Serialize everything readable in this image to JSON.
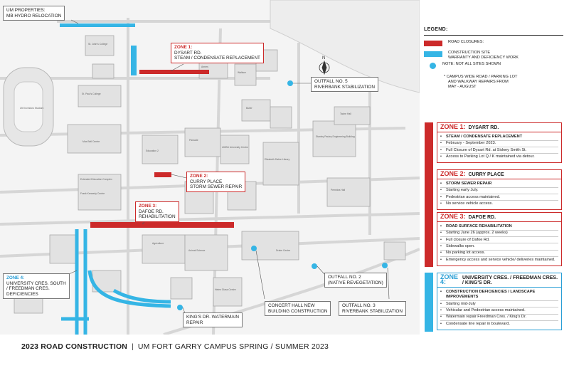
{
  "colors": {
    "closure": "#cc2a2a",
    "construction": "#35b5e5",
    "callout_red": "#cc2a2a",
    "callout_blue": "#2a9fd6"
  },
  "callouts": {
    "um_properties": {
      "l1": "UM PROPERTIES:",
      "l2": "MB HYDRO RELOCATION"
    },
    "zone1": {
      "l1": "ZONE 1:",
      "l2": "DYSART RD.",
      "l3": "STEAM / CONDENSATE REPLACEMENT"
    },
    "outfall5": {
      "l1": "OUTFALL NO. 5",
      "l2": "RIVERBANK STABILIZATION"
    },
    "zone2": {
      "l1": "ZONE 2:",
      "l2": "CURRY PLACE",
      "l3": "STORM SEWER REPAIR"
    },
    "zone3": {
      "l1": "ZONE 3:",
      "l2": "DAFOE RD.",
      "l3": "REHABILITATION"
    },
    "zone4": {
      "l1": "ZONE 4:",
      "l2": "UNIVERSITY CRES. SOUTH",
      "l3": "/ FREEDMAN CRES.",
      "l4": "DEFICIENCIES"
    },
    "outfall2": {
      "l1": "OUTFALL NO. 2",
      "l2": "(NATIVE REVEGETATION)"
    },
    "concert_hall": {
      "l1": "CONCERT HALL NEW",
      "l2": "BUILDING CONSTRUCTION"
    },
    "kings_dr": {
      "l1": "KING'S DR. WATERMAIN",
      "l2": "REPAIR"
    },
    "outfall3": {
      "l1": "OUTFALL NO. 3",
      "l2": "RIVERBANK STABILIZATION"
    }
  },
  "map_labels": {
    "max_bell": "Max Bell Centre",
    "education": "Education 2",
    "extended_ed": "Extended Education Complex",
    "frank_kennedy": "Frank Kennedy Centre",
    "parkade": "Parkade",
    "university_centre": "UMSU University Centre",
    "elizabeth_dafoe": "Elizabeth Dafoe Library",
    "agriculture": "Agriculture",
    "drake": "Drake Centre",
    "pembina": "Pembina Hall",
    "stanley_pauley": "Stanley Pauley Engineering Building",
    "buller": "Buller",
    "wallace": "Wallace",
    "tache": "Tache Hall",
    "stadium": "UM Investors Stadium",
    "armes": "Armes",
    "st_pauls": "St. Paul's College",
    "st_johns": "St. John's College",
    "animal_science": "Animal Science",
    "helen_glass": "Helen Glass Centre"
  },
  "legend": {
    "title": "LEGEND:",
    "closures": "ROAD CLOSURES:",
    "construction_l1": "CONSTRUCTION SITE",
    "construction_l2": "WARRANTY AND DEFICIENCY WORK",
    "dot_note": "NOTE: NOT ALL SITES SHOWN",
    "campus_note_l1": "* CAMPUS WIDE ROAD / PARKING LOT",
    "campus_note_l2": "AND WALKWAY REPAIRS FROM",
    "campus_note_l3": "MAY - AUGUST"
  },
  "zones": [
    {
      "num": "ZONE 1:",
      "title": "DYSART RD.",
      "items": [
        "STEAM / CONDENSATE REPLACEMENT",
        "February - September 2023.",
        "Full Closure of Dysart Rd. at Sidney Smith St.",
        "Access to Parking Lot Q / K maintained via detour."
      ]
    },
    {
      "num": "ZONE 2:",
      "title": "CURRY PLACE",
      "items": [
        "STORM SEWER REPAIR",
        "Starting early July.",
        "Pedestrian access maintained.",
        "No service vehicle access."
      ]
    },
    {
      "num": "ZONE 3:",
      "title": "DAFOE RD.",
      "items": [
        "ROAD SURFACE REHABILITATION",
        "Starting June 26 (approx. 2 weeks)",
        "Full closure of Dafoe Rd.",
        "Sidewalks open.",
        "No parking lot access.",
        "Emergency access and service vehicle/ deliveries maintained."
      ]
    },
    {
      "num": "ZONE 4:",
      "title": "UNIVERSITY CRES. / FREEDMAN CRES. / King's Dr.",
      "items": [
        "CONSTRUCTION DEFICIENCIES / LANDSCAPE IMPROVEMENTS",
        "Starting mid-July",
        "Vehicular and Pedestrian access maintained.",
        "Watermain repair Freedman Cres. / King's Dr.",
        "Condensate line repair in boulevard."
      ]
    }
  ],
  "footer": {
    "bold": "2023 ROAD CONSTRUCTION",
    "sep": "|",
    "rest": "UM FORT GARRY CAMPUS SPRING / SUMMER 2023"
  },
  "compass": "N"
}
